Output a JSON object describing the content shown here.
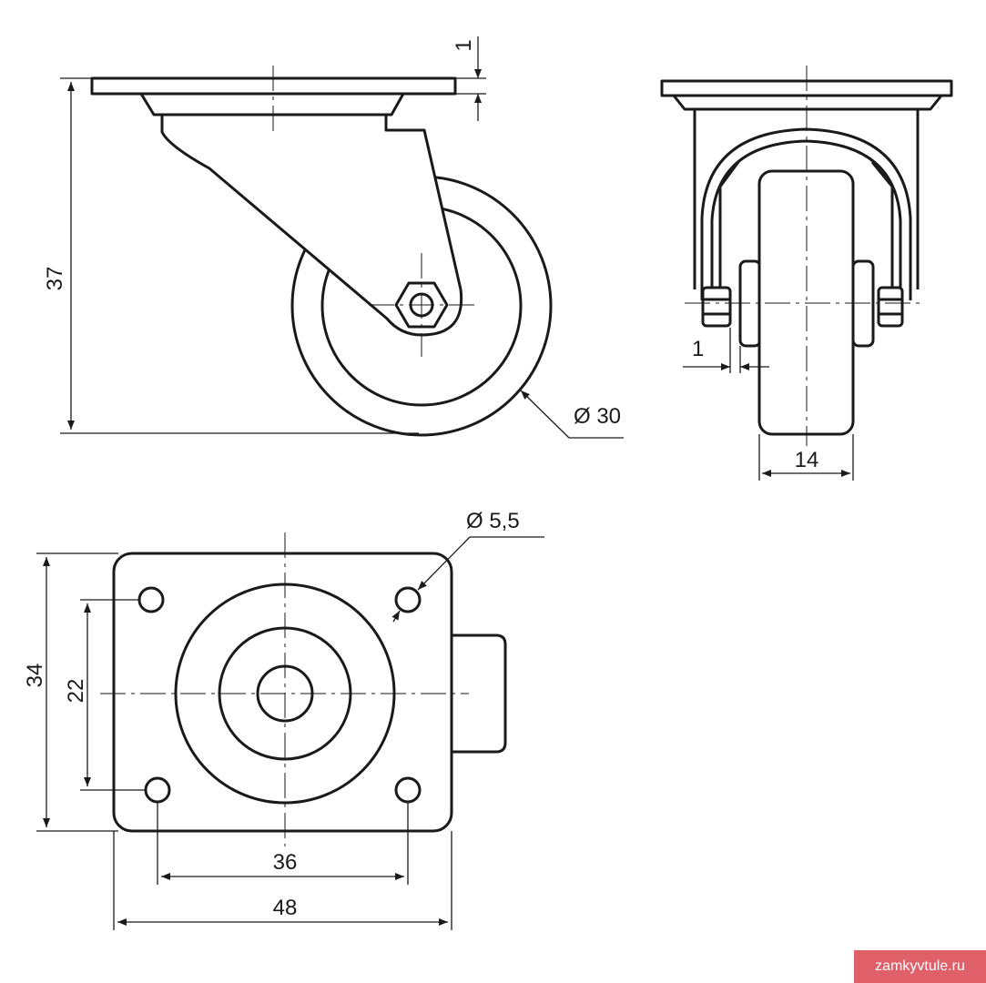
{
  "dimensions": {
    "top_plate_thickness": "1",
    "total_height": "37",
    "wheel_diameter": "Ø 30",
    "axle_offset": "1",
    "wheel_width": "14",
    "hole_diameter": "Ø 5,5",
    "plate_height": "34",
    "hole_spacing_vertical": "22",
    "hole_spacing_horizontal": "36",
    "plate_width": "48"
  },
  "watermark": {
    "text": "zamkyvtule.ru",
    "color": "#e0606a"
  },
  "colors": {
    "line": "#1a1a1a",
    "background": "#ffffff"
  }
}
